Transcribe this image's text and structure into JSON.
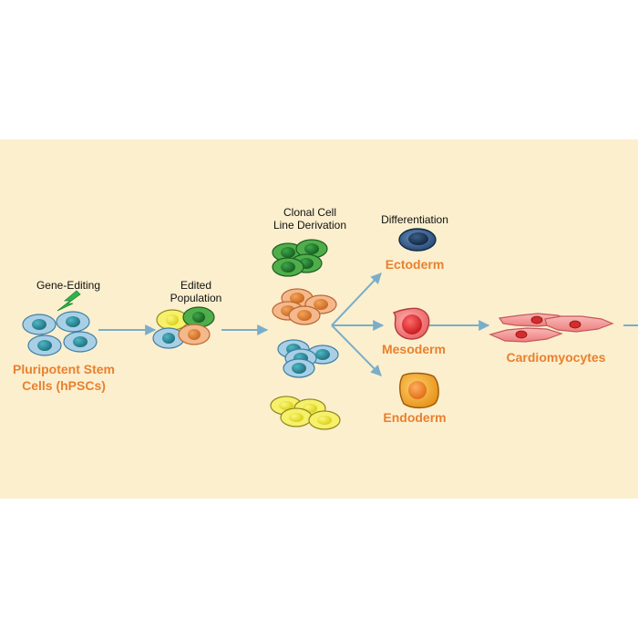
{
  "labels": {
    "gene_editing": "Gene-Editing",
    "edited_line1": "Edited",
    "edited_line2": "Population",
    "clonal_line1": "Clonal Cell",
    "clonal_line2": "Line Derivation",
    "differentiation": "Differentiation",
    "hpsc_line1": "Pluripotent Stem",
    "hpsc_line2": "Cells (hPSCs)",
    "ectoderm": "Ectoderm",
    "mesoderm": "Mesoderm",
    "endoderm": "Endoderm",
    "cardiomyocytes": "Cardiomyocytes"
  },
  "colors": {
    "background": "#fcefce",
    "arrow": "#7aaec8",
    "label_accent": "#e8812f",
    "lightning": "#2fb44a",
    "cell_blue": "#a9cfe6",
    "nucleus_teal": "#2a7f8f",
    "cell_green": "#4fae4a",
    "nucleus_green": "#1f7a2b",
    "cell_orange": "#f5b88c",
    "nucleus_orange": "#e0832f",
    "cell_yellow": "#f6f06a",
    "nucleus_yellow": "#e4dc18",
    "ectoderm_cell": "#2f5b8a",
    "mesoderm_cell": "#f07a7a",
    "endoderm_cell": "#f1a52a",
    "cardiomyocyte": "#f29a9a"
  }
}
